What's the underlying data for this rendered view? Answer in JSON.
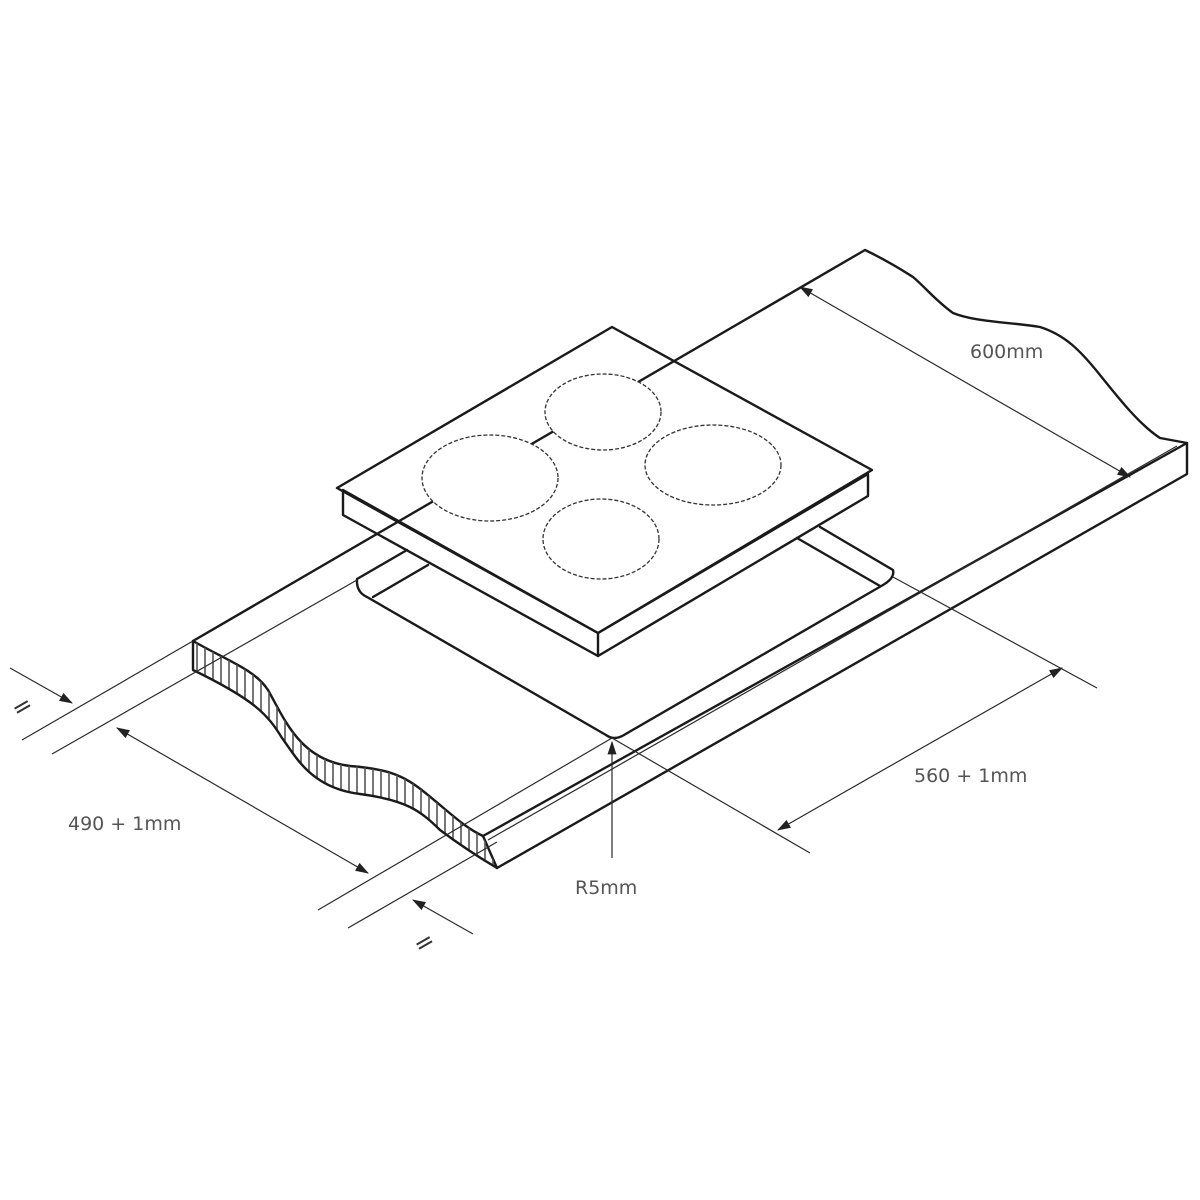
{
  "diagram": {
    "title_hidden": "",
    "colors": {
      "hob_surface": "#b3b3b4",
      "line": "#1a1a1a",
      "label": "#555555",
      "zone": "#ffffff"
    },
    "dimensions": {
      "worktop_depth": "600mm",
      "cutout_width": "560 + 1mm",
      "cutout_depth": "490 + 1mm",
      "corner_radius": "R5mm",
      "equal_top": "=",
      "equal_bottom": "="
    },
    "cooking_zones": [
      "rear",
      "left",
      "right",
      "front"
    ]
  }
}
